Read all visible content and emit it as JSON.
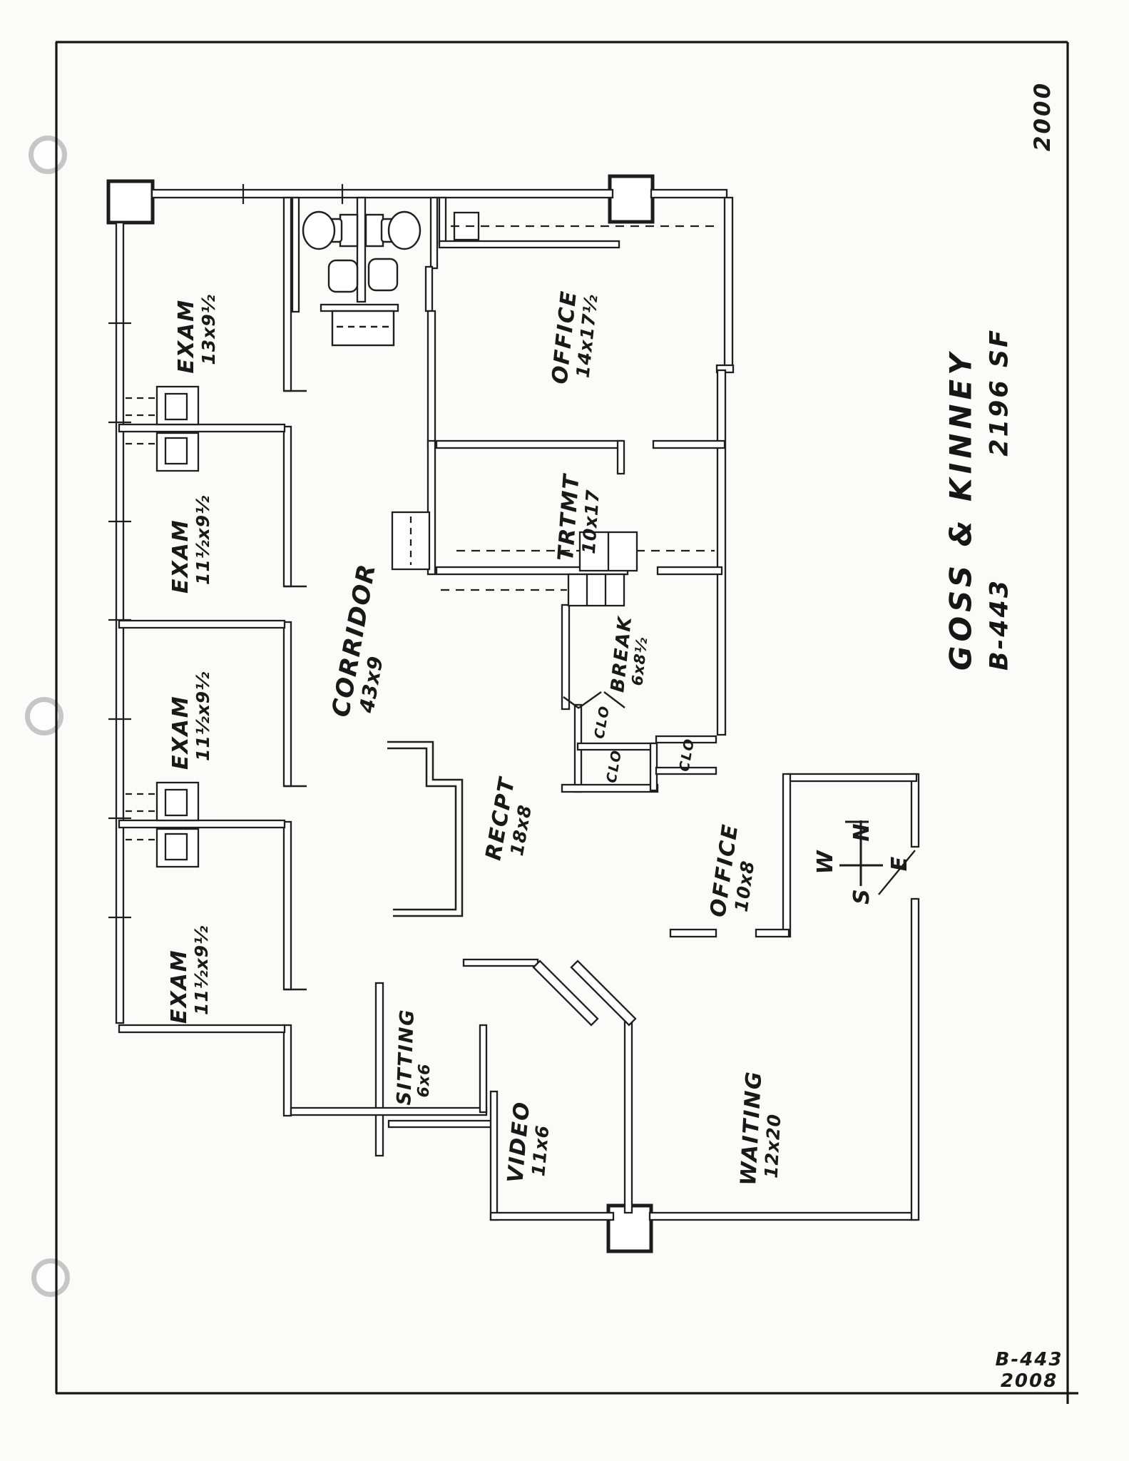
{
  "page": {
    "year_note": "2000",
    "revision": {
      "line1": "B-443",
      "line2": "2008"
    }
  },
  "title_block": {
    "line1": "GOSS & KINNEY",
    "project_no": "B-443",
    "area": "2196 SF"
  },
  "compass": {
    "n": "N",
    "s": "S",
    "e": "E",
    "w": "W"
  },
  "rooms": [
    {
      "id": "exam1",
      "name": "EXAM",
      "dims": "13x9½"
    },
    {
      "id": "exam2",
      "name": "EXAM",
      "dims": "11½x9½"
    },
    {
      "id": "exam3",
      "name": "EXAM",
      "dims": "11½x9½"
    },
    {
      "id": "exam4",
      "name": "EXAM",
      "dims": "11½x9½"
    },
    {
      "id": "corridor",
      "name": "CORRIDOR",
      "dims": "43x9"
    },
    {
      "id": "office1",
      "name": "OFFICE",
      "dims": "14x17½"
    },
    {
      "id": "trtmt",
      "name": "TRTMT",
      "dims": "10x17"
    },
    {
      "id": "break",
      "name": "BREAK",
      "dims": "6x8½"
    },
    {
      "id": "clo1",
      "name": "CLO"
    },
    {
      "id": "clo2",
      "name": "CLO"
    },
    {
      "id": "clo3",
      "name": "CLO"
    },
    {
      "id": "recpt",
      "name": "RECPT",
      "dims": "18x8"
    },
    {
      "id": "office2",
      "name": "OFFICE",
      "dims": "10x8"
    },
    {
      "id": "sitting",
      "name": "SITTING",
      "dims": "6x6"
    },
    {
      "id": "video",
      "name": "VIDEO",
      "dims": "11x6"
    },
    {
      "id": "waiting",
      "name": "WAITING",
      "dims": "12x20"
    }
  ]
}
